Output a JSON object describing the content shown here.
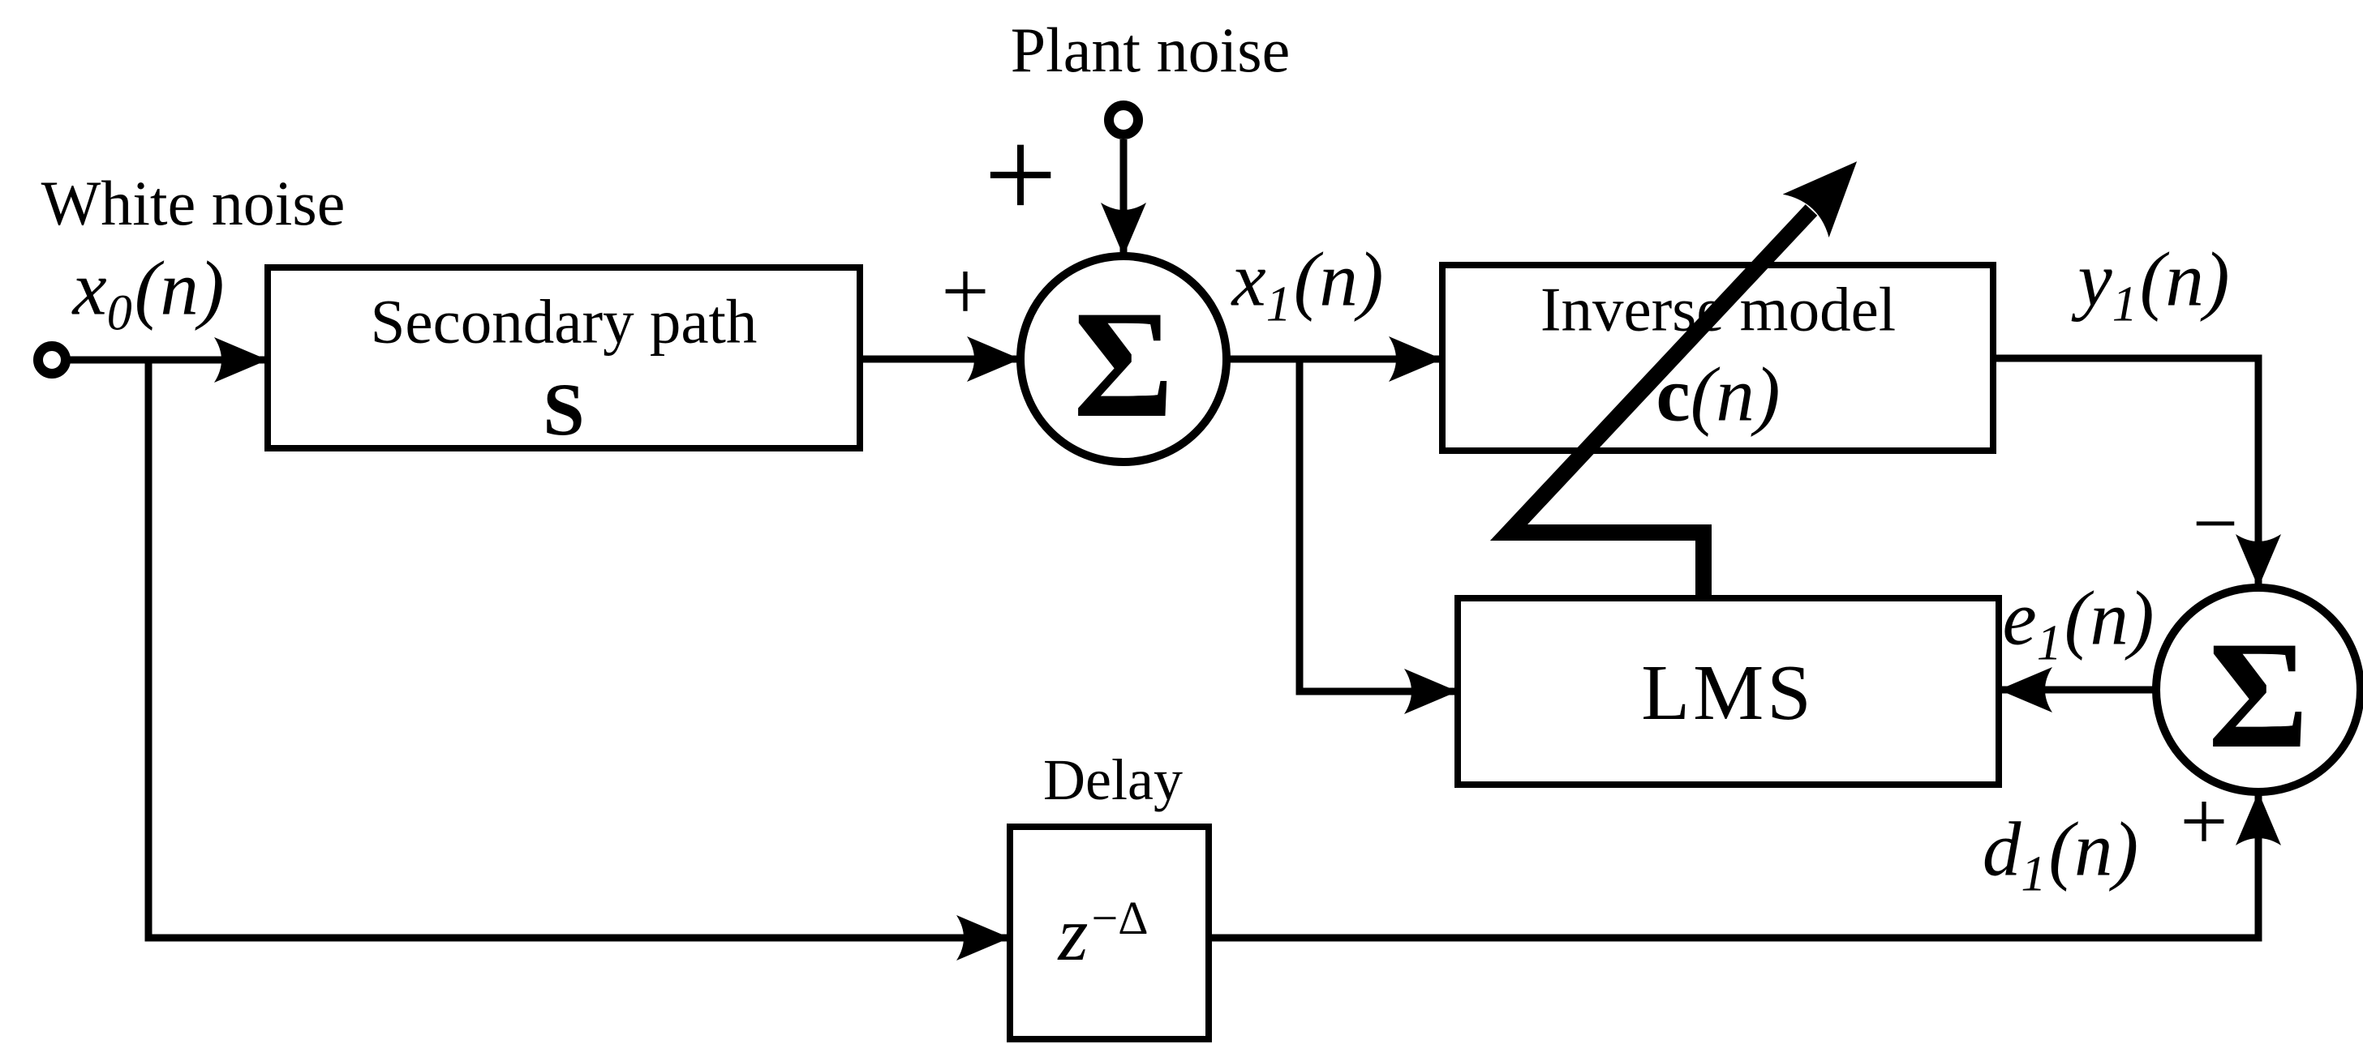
{
  "diagram": {
    "labels": {
      "white_noise": "White noise",
      "plant_noise": "Plant noise",
      "delay_title": "Delay"
    },
    "blocks": {
      "secondary_path": {
        "line1": "Secondary path",
        "line2": "S"
      },
      "inverse_model": {
        "line1": "Inverse model",
        "bold": "c",
        "args": "(n)"
      },
      "lms": {
        "label": "LMS"
      },
      "delay": {
        "base": "z",
        "sup": "−Δ"
      }
    },
    "signals": {
      "x0": {
        "base": "x",
        "sub": "0",
        "args": "(n)"
      },
      "x1": {
        "base": "x",
        "sub": "1",
        "args": "(n)"
      },
      "y1": {
        "base": "y",
        "sub": "1",
        "args": "(n)"
      },
      "e1": {
        "base": "e",
        "sub": "1",
        "args": "(n)"
      },
      "d1": {
        "base": "d",
        "sub": "1",
        "args": "(n)"
      }
    },
    "operators": {
      "sum1": "Σ",
      "sum2": "Σ",
      "sign_input_plus": "+",
      "sign_plant_plus": "+",
      "sign_minus": "−",
      "sign_d1_plus": "+"
    },
    "colors": {
      "ink": "#000000",
      "background": "#ffffff"
    }
  }
}
